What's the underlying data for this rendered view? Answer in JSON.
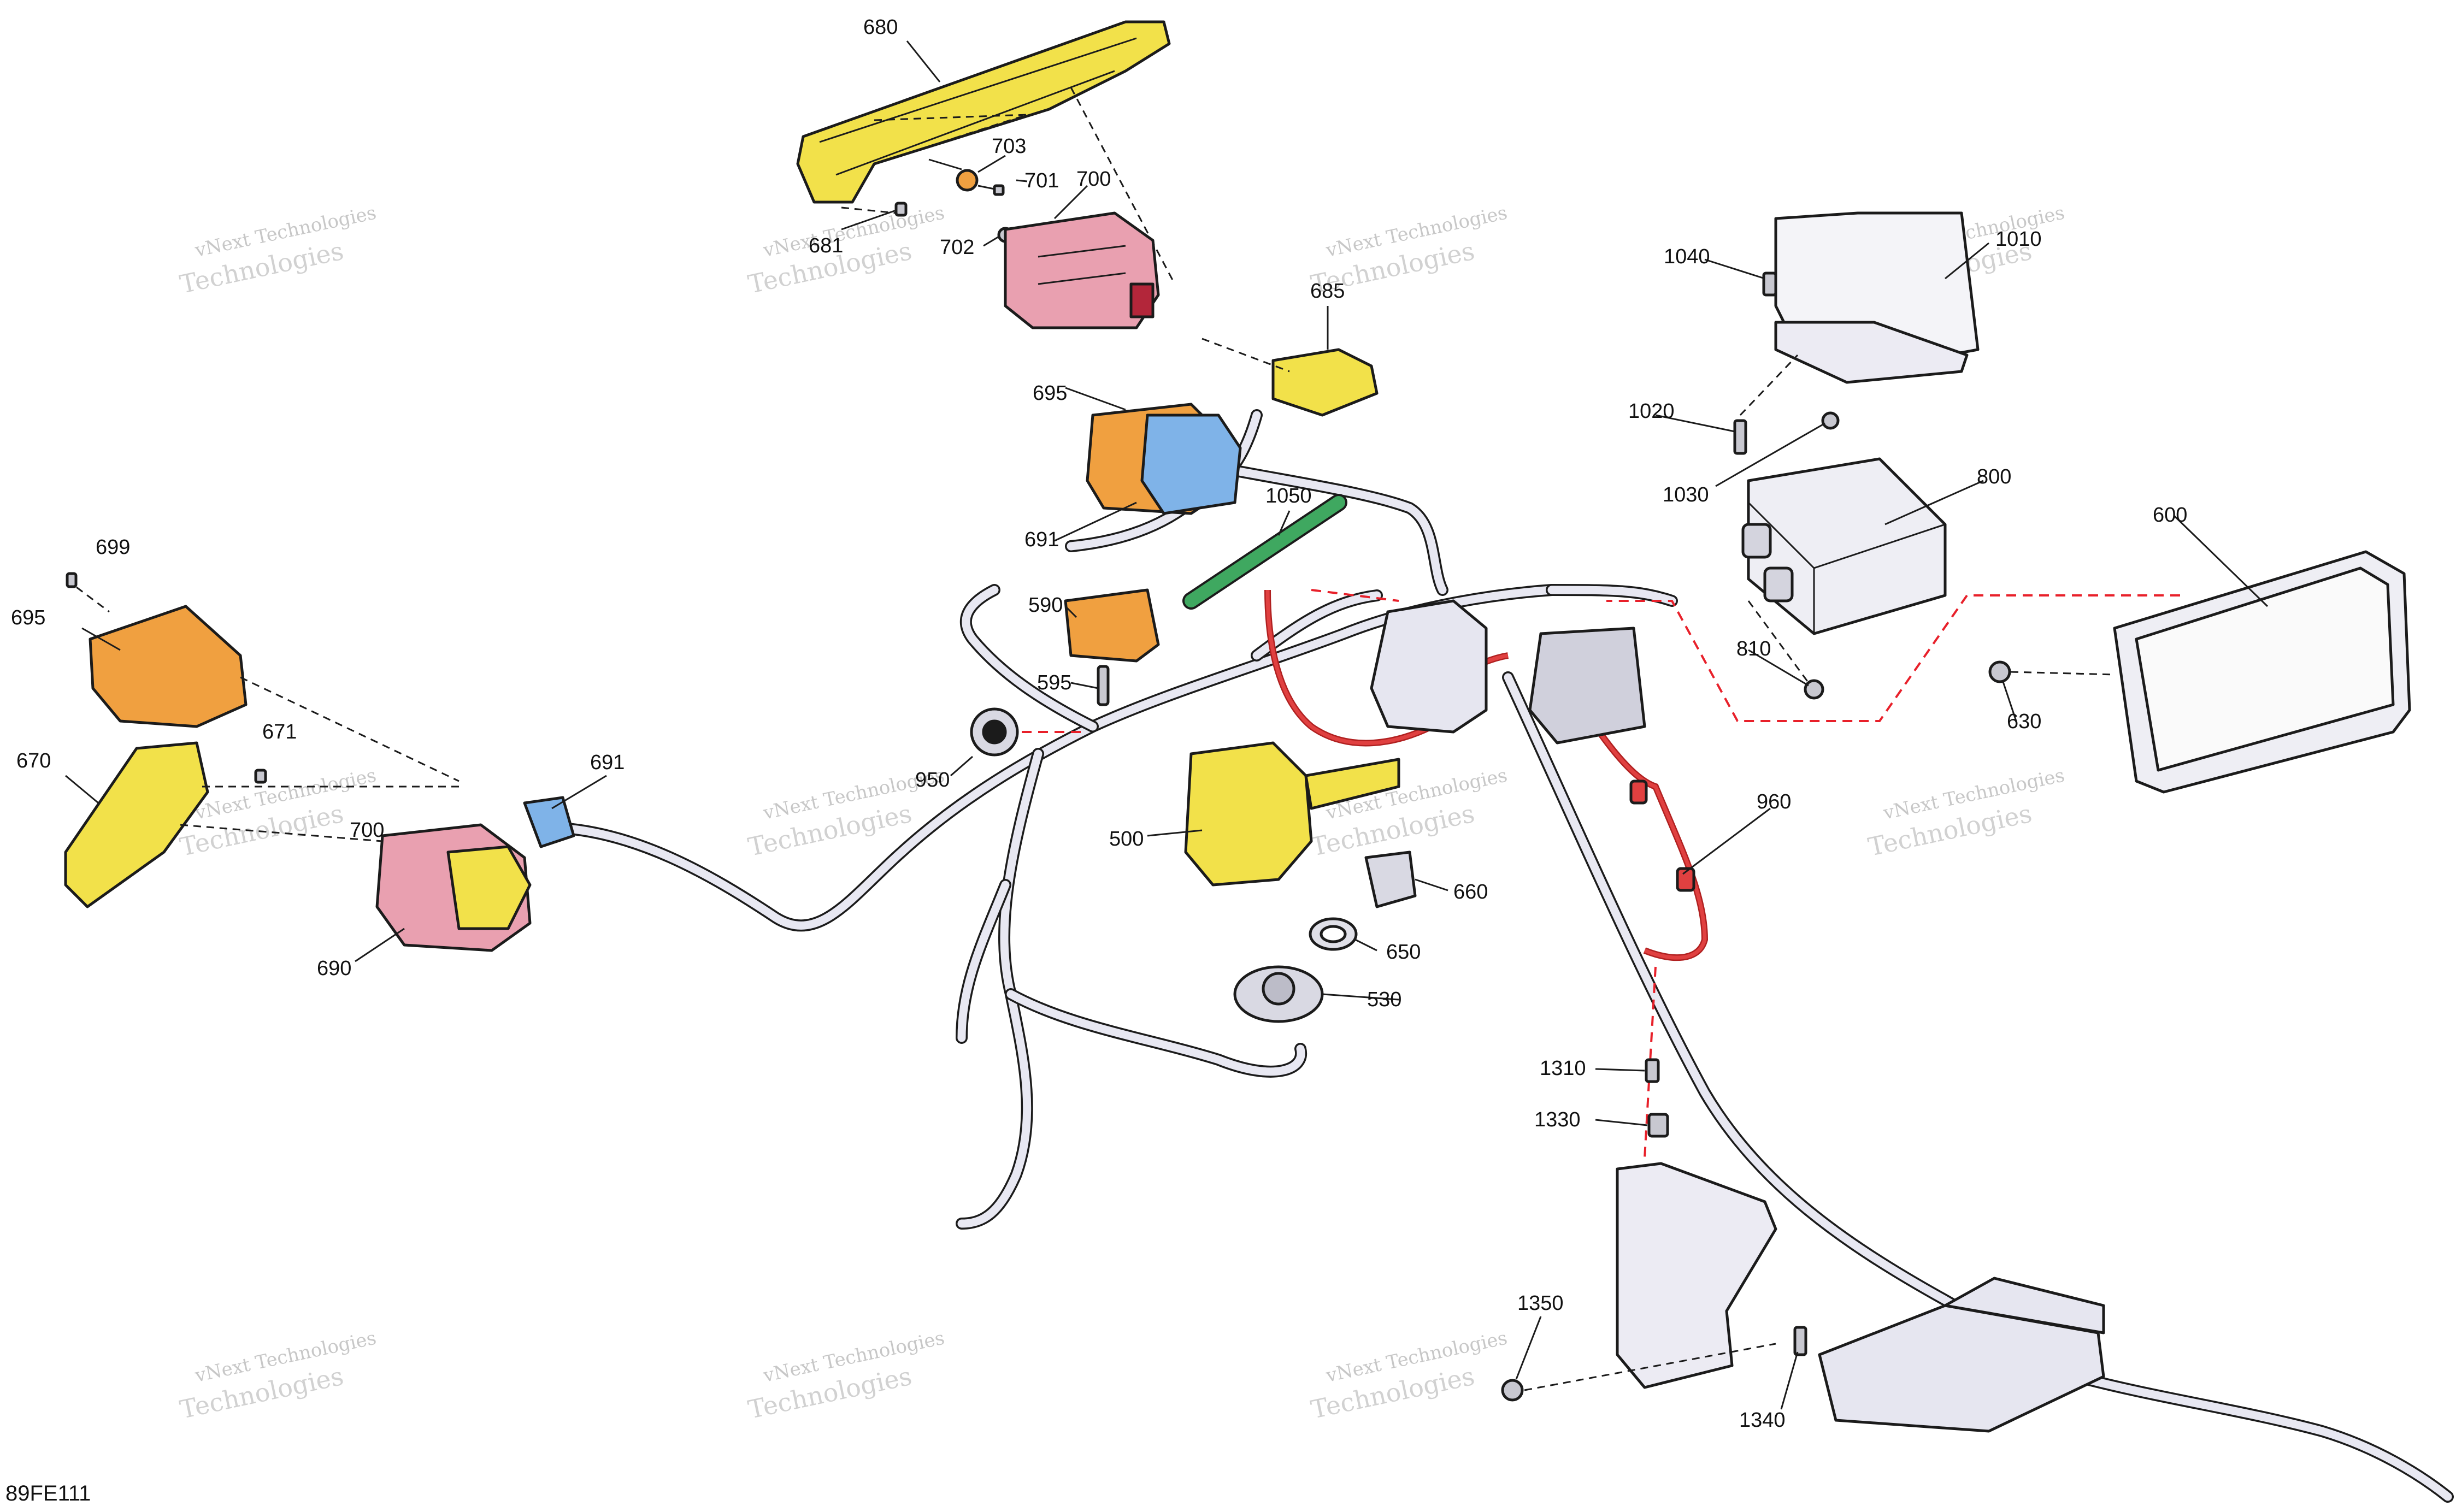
{
  "drawing_id": "89FE111",
  "watermark": {
    "line1": "vNext Technologies",
    "line2": "Technologies"
  },
  "callouts": {
    "c680": "680",
    "c703": "703",
    "c701": "701",
    "c700a": "700",
    "c702": "702",
    "c681": "681",
    "c685": "685",
    "c695a": "695",
    "c691a": "691",
    "c1050": "1050",
    "c590": "590",
    "c595": "595",
    "c950": "950",
    "c500": "500",
    "c660": "660",
    "c650": "650",
    "c530": "530",
    "c699": "699",
    "c695b": "695",
    "c671": "671",
    "c670": "670",
    "c700b": "700",
    "c691b": "691",
    "c690": "690",
    "c1040": "1040",
    "c1010": "1010",
    "c1020": "1020",
    "c1030": "1030",
    "c800": "800",
    "c810": "810",
    "c600": "600",
    "c630": "630",
    "c960": "960",
    "c1310": "1310",
    "c1330": "1330",
    "c1350": "1350",
    "c1340": "1340"
  },
  "colors": {
    "yellow": "#f2e14a",
    "orange": "#f0a040",
    "pink": "#e9a0b0",
    "blue": "#7fb3e8",
    "red": "#e04040",
    "green": "#3fa860",
    "grey": "#d9d9e3",
    "harness": "#e6e6f0",
    "leader_red": "#e8202a"
  }
}
